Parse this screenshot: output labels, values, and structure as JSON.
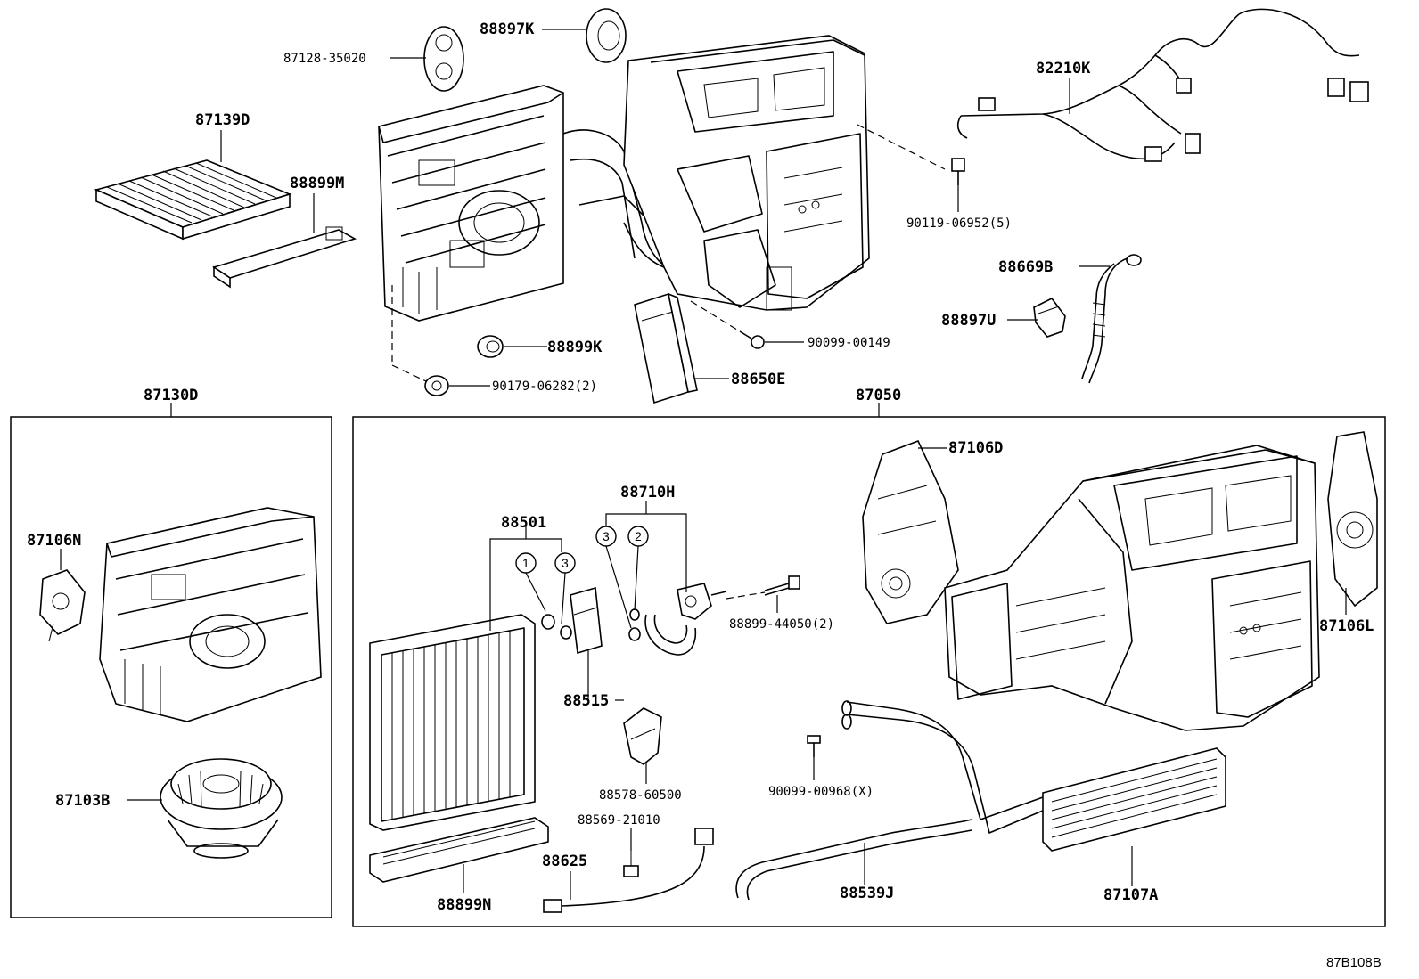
{
  "diagram": {
    "footer_code": "87B108B",
    "group_labels": {
      "blower_group": "87130D",
      "heater_group": "87050"
    },
    "part_labels": {
      "p87128": "87128-35020",
      "p88897K": "88897K",
      "p82210K": "82210K",
      "p87139D": "87139D",
      "p88899M": "88899M",
      "p90119": "90119-06952(5)",
      "p88669B": "88669B",
      "p88897U": "88897U",
      "p88899K": "88899K",
      "p90099_149": "90099-00149",
      "p90179": "90179-06282(2)",
      "p88650E": "88650E",
      "p87106N": "87106N",
      "p87103B": "87103B",
      "p88710H": "88710H",
      "p88501": "88501",
      "p87106D": "87106D",
      "p87106L": "87106L",
      "p88899_44050": "88899-44050(2)",
      "p88515": "88515",
      "p88578": "88578-60500",
      "p90099_968": "90099-00968(X)",
      "p88569": "88569-21010",
      "p88625": "88625",
      "p88899N": "88899N",
      "p88539J": "88539J",
      "p87107A": "87107A"
    },
    "callouts": {
      "c1": "1",
      "c3a": "3",
      "c3b": "3",
      "c2": "2"
    }
  }
}
